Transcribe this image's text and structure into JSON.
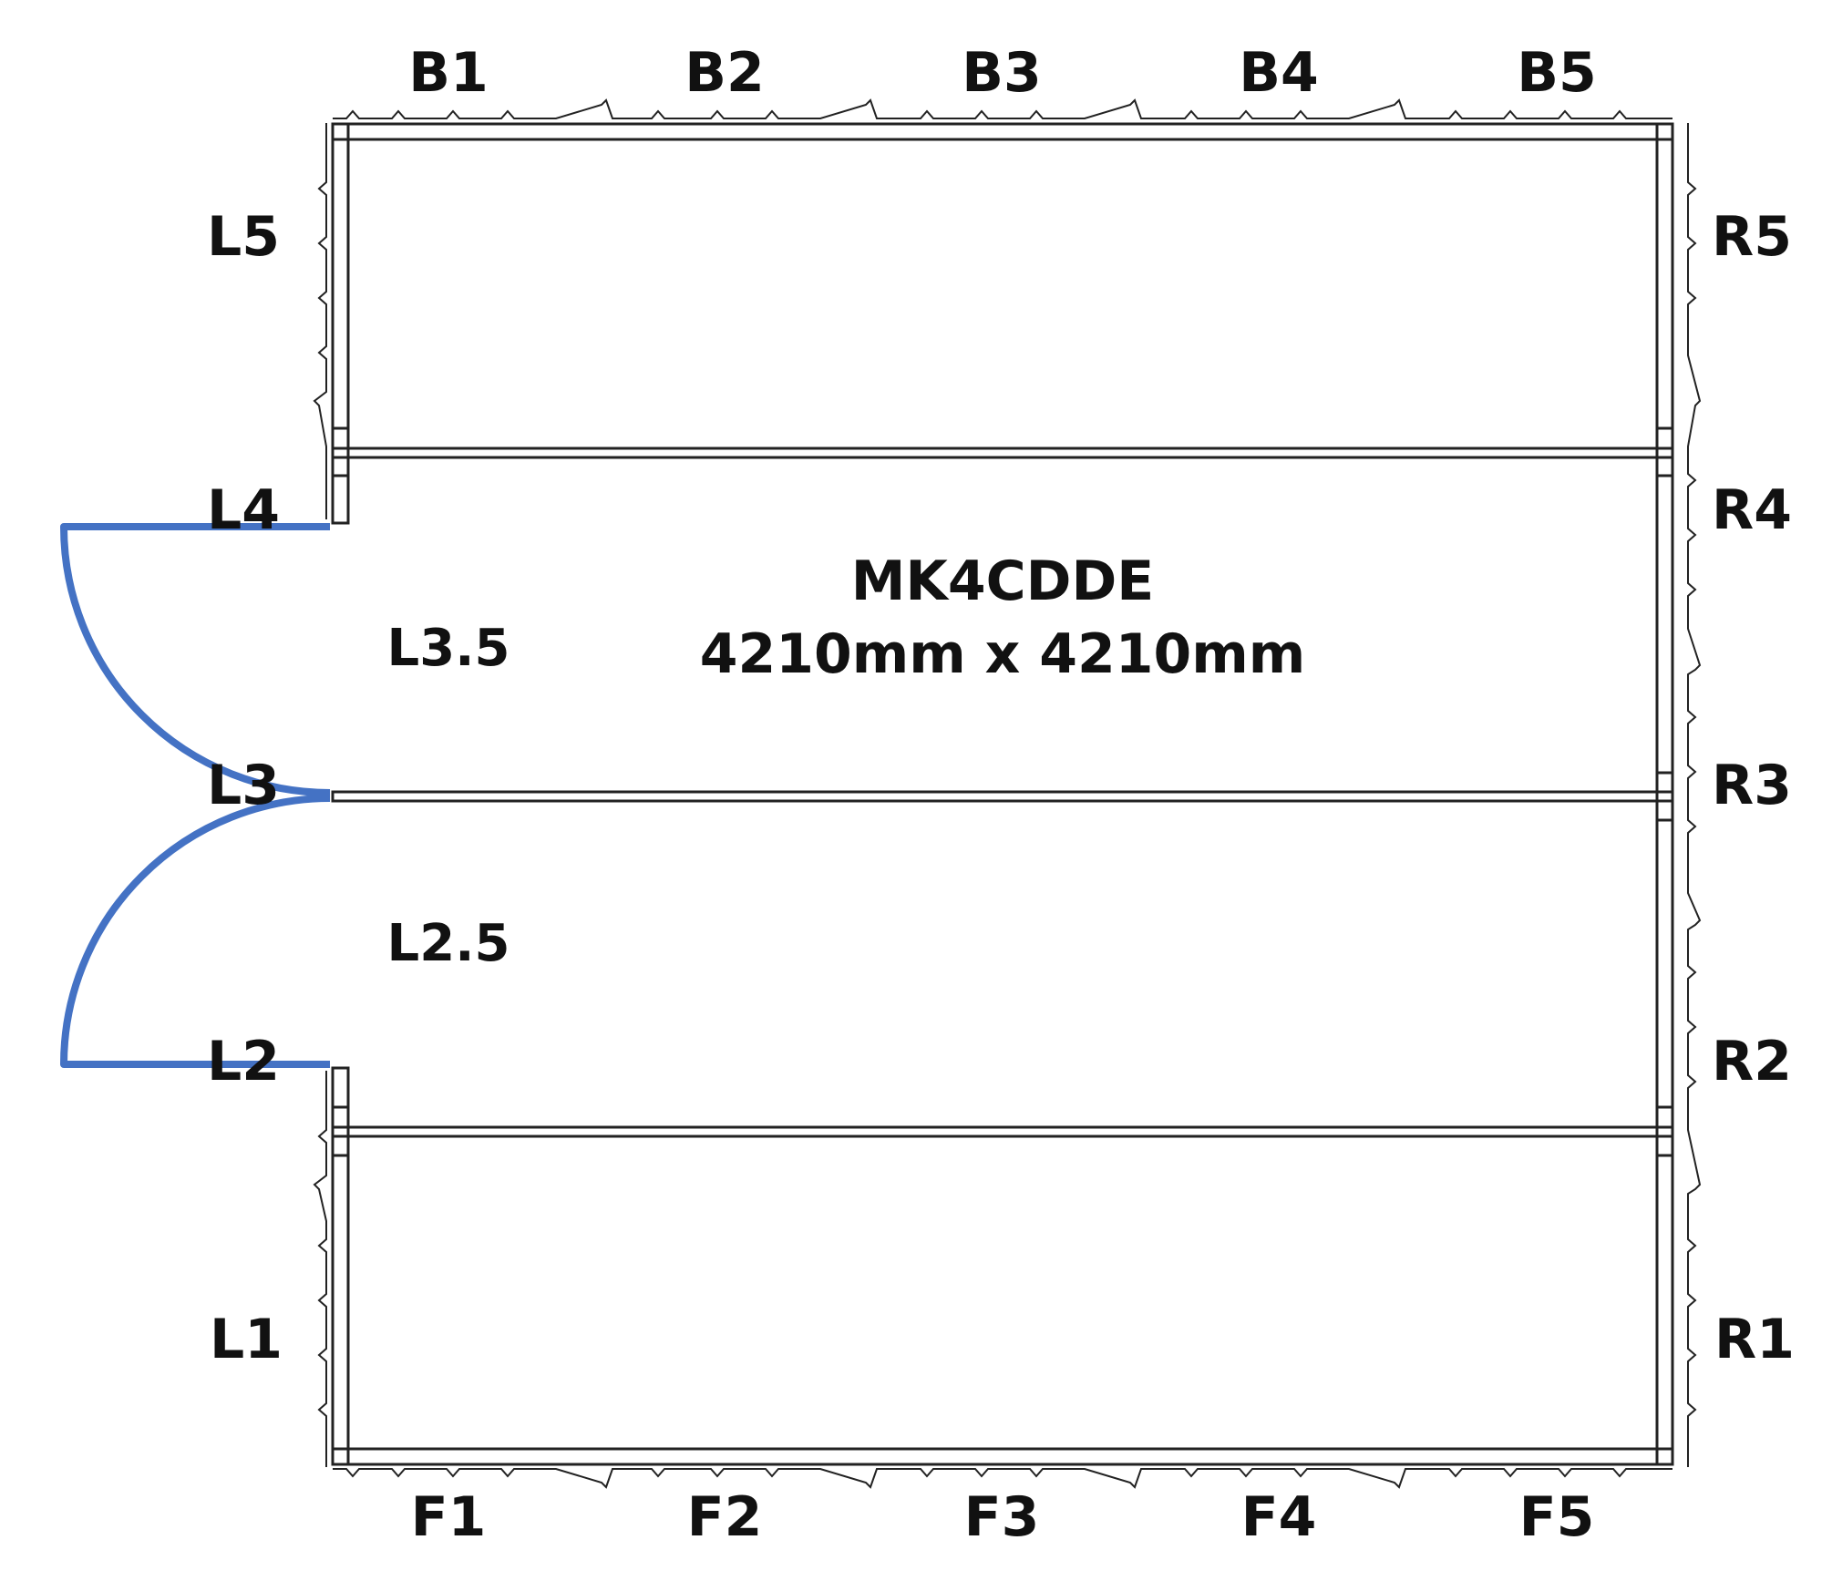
{
  "diagram": {
    "title": "MK4CDDE",
    "dimensions": "4210mm x 4210mm",
    "colors": {
      "door": "#4472C4",
      "wall": "#222222",
      "background": "#ffffff"
    },
    "labels": {
      "back": [
        "B1",
        "B2",
        "B3",
        "B4",
        "B5"
      ],
      "front": [
        "F1",
        "F2",
        "F3",
        "F4",
        "F5"
      ],
      "left": [
        "L5",
        "L4",
        "L3",
        "L2",
        "L1"
      ],
      "right": [
        "R5",
        "R4",
        "R3",
        "R2",
        "R1"
      ],
      "left_half": [
        "L3.5",
        "L2.5"
      ]
    },
    "door": {
      "type": "double-door",
      "icon": "double-door-swing-icon"
    }
  }
}
